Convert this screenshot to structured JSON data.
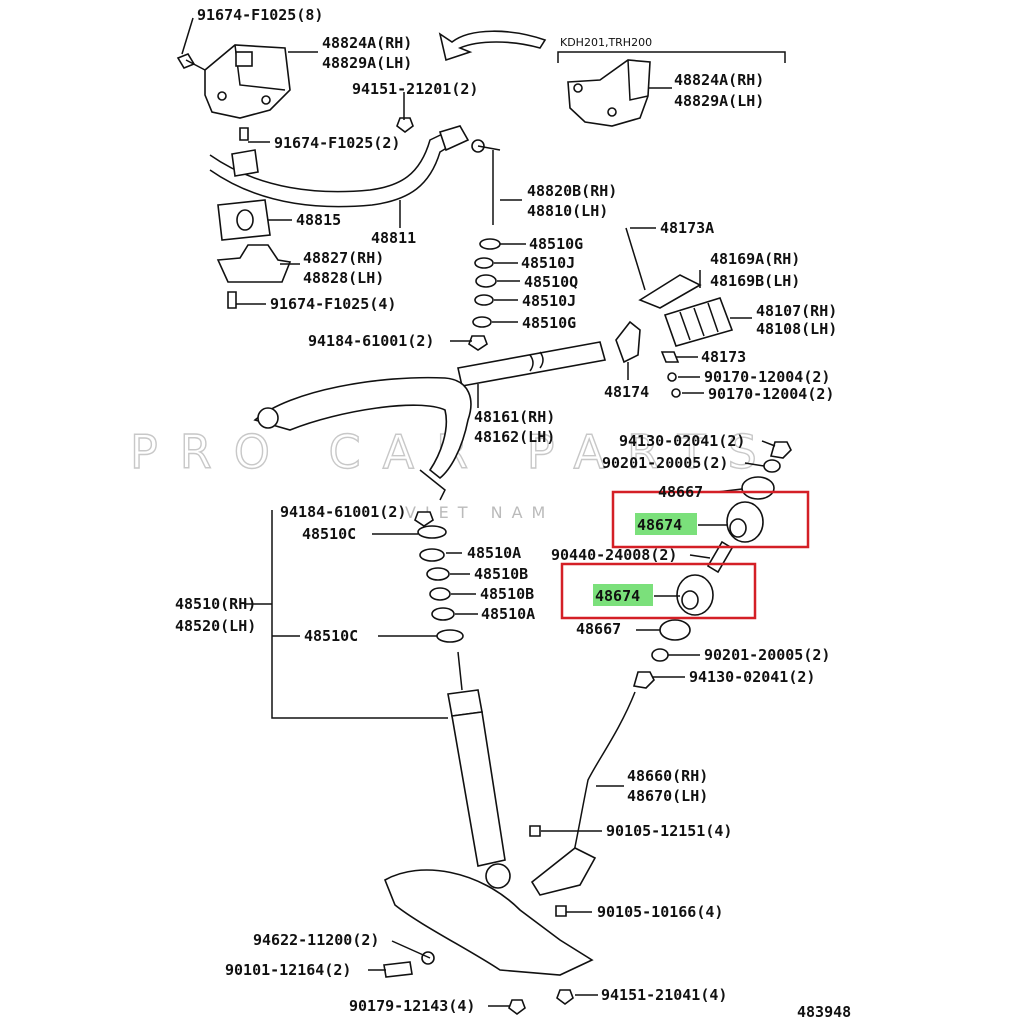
{
  "watermark": {
    "main": "PRO CAR PARTS",
    "sub": "VIET NAM"
  },
  "variant_label": "KDH201,TRH200",
  "diagram_id": "483948",
  "labels": {
    "l01": "91674-F1025(8)",
    "l02": "48824A(RH)",
    "l03": "48829A(LH)",
    "l04": "48824A(RH)",
    "l05": "48829A(LH)",
    "l06": "94151-21201(2)",
    "l07": "91674-F1025(2)",
    "l08": "48820B(RH)",
    "l09": "48810(LH)",
    "l10": "48815",
    "l11": "48811",
    "l12": "48173A",
    "l13": "48827(RH)",
    "l14": "48828(LH)",
    "l15": "48510G",
    "l16": "48510J",
    "l17": "48510Q",
    "l18": "48510J",
    "l19": "48510G",
    "l20": "91674-F1025(4)",
    "l21": "48169A(RH)",
    "l22": "48169B(LH)",
    "l23": "48107(RH)",
    "l24": "48108(LH)",
    "l25": "94184-61001(2)",
    "l26": "48173",
    "l27": "48174",
    "l28": "90170-12004(2)",
    "l29": "90170-12004(2)",
    "l30": "48161(RH)",
    "l31": "48162(LH)",
    "l32": "94130-02041(2)",
    "l33": "90201-20005(2)",
    "l34": "48667",
    "l35": "94184-61001(2)",
    "l36": "48510C",
    "l37": "48674",
    "l38": "48510A",
    "l39": "90440-24008(2)",
    "l40": "48510B",
    "l41": "48510B",
    "l42": "48674",
    "l43": "48510(RH)",
    "l44": "48520(LH)",
    "l45": "48510A",
    "l46": "48667",
    "l47": "48510C",
    "l48": "90201-20005(2)",
    "l49": "94130-02041(2)",
    "l50": "48660(RH)",
    "l51": "48670(LH)",
    "l52": "90105-12151(4)",
    "l53": "90105-10166(4)",
    "l54": "94622-11200(2)",
    "l55": "90101-12164(2)",
    "l56": "90179-12143(4)",
    "l57": "94151-21041(4)"
  },
  "highlight_color": "#7be07b",
  "box_color": "#d41f26"
}
